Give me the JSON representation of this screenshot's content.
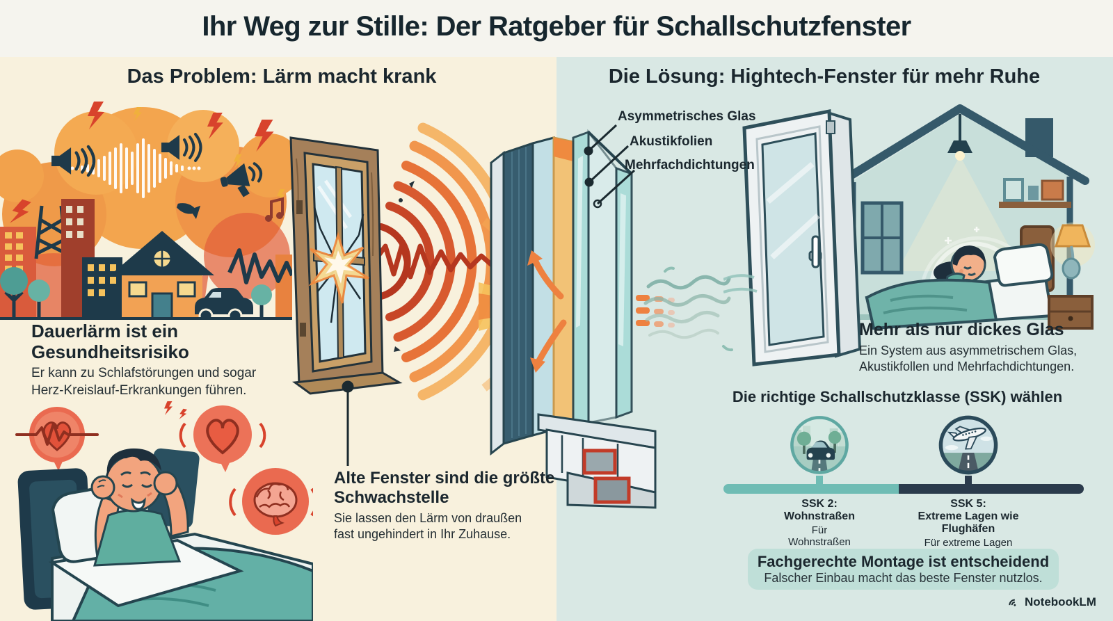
{
  "title": "Ihr Weg zur Stille: Der Ratgeber für Schallschutzfenster",
  "problem": {
    "heading": "Das Problem: Lärm macht krank",
    "health_risk": {
      "title": "Dauerlärm ist ein\nGesundheitsrisiko",
      "body": "Er kann zu Schlafstörungen und sogar\nHerz-Kreislauf-Erkrankungen führen."
    },
    "weak_point": {
      "title": "Alte Fenster sind die größte\nSchwachstelle",
      "body": "Sie lassen den Lärm von draußen\nfast ungehindert in Ihr Zuhause."
    }
  },
  "solution": {
    "heading": "Die Lösung: Hightech-Fenster für mehr Ruhe",
    "window_layers": {
      "labels": [
        "Asymmetrisches Glas",
        "Akustikfolien",
        "Mehrfachdichtungen"
      ]
    },
    "system": {
      "title": "Mehr als nur dickes Glas",
      "body": "Ein System aus asymmetrischem Glas,\nAkustikfollen und Mehrfachdichtungen."
    },
    "ssk": {
      "heading": "Die richtige Schallschutzklasse (SSK) wählen",
      "classes": [
        {
          "code": "SSK 2:",
          "name": "Wohnstraßen",
          "description": "Für\nWohnstraßen",
          "icon": "car-street-icon"
        },
        {
          "code": "SSK 5:",
          "name": "Extreme Lagen wie\nFlughäfen",
          "description": "Für extreme Lagen",
          "icon": "airplane-runway-icon"
        }
      ]
    },
    "montage": {
      "title": "Fachgerechte Montage ist entscheidend",
      "body": "Falscher Einbau macht das beste Fenster nutzlos."
    }
  },
  "watermark": {
    "label": "NotebookLM",
    "icon": "notebooklm-logo-icon"
  },
  "colors": {
    "title_text": "#16262e",
    "problem_bg": "#f8f1dd",
    "solution_bg": "#d9e8e4",
    "header_band_bg": "#f5f4ee",
    "accent_orange": "#f0a14b",
    "accent_red": "#d8432c",
    "accent_navy": "#1e3a4a",
    "ssk_bar_teal": "#6fbcb4",
    "ssk_bar_navy": "#2b3b4c",
    "montage_box_bg": "#bfdfd8"
  }
}
